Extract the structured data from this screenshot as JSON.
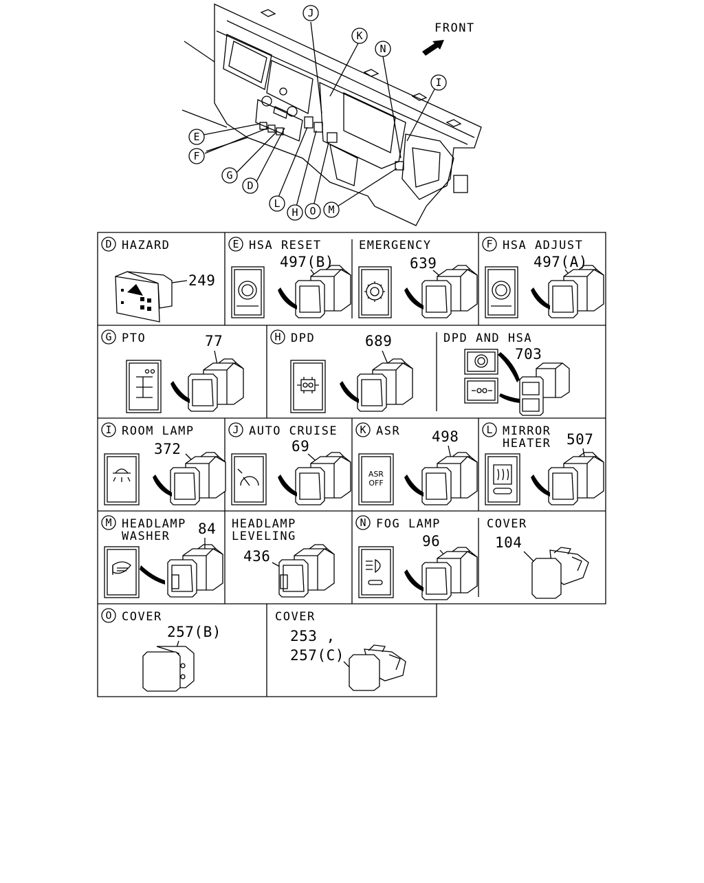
{
  "front_label": "FRONT",
  "callouts": [
    {
      "letter": "J"
    },
    {
      "letter": "K"
    },
    {
      "letter": "N"
    },
    {
      "letter": "I"
    },
    {
      "letter": "E"
    },
    {
      "letter": "F"
    },
    {
      "letter": "G"
    },
    {
      "letter": "D"
    },
    {
      "letter": "L"
    },
    {
      "letter": "H"
    },
    {
      "letter": "O"
    },
    {
      "letter": "M"
    }
  ],
  "cells": [
    {
      "letter": "D",
      "title": "HAZARD",
      "part": "249"
    },
    {
      "letter": "E",
      "title": "HSA RESET",
      "part": "497(B)"
    },
    {
      "letter": "",
      "title": "EMERGENCY",
      "part": "639"
    },
    {
      "letter": "F",
      "title": "HSA ADJUST",
      "part": "497(A)"
    },
    {
      "letter": "G",
      "title": "PTO",
      "part": "77"
    },
    {
      "letter": "H",
      "title": "DPD",
      "part": "689"
    },
    {
      "letter": "",
      "title": "DPD AND HSA",
      "part": "703"
    },
    {
      "letter": "I",
      "title": "ROOM LAMP",
      "part": "372"
    },
    {
      "letter": "J",
      "title": "AUTO CRUISE",
      "part": "69"
    },
    {
      "letter": "K",
      "title": "ASR",
      "part": "498",
      "icon_text": [
        "ASR",
        "OFF"
      ]
    },
    {
      "letter": "L",
      "title": "MIRROR",
      "title2": "HEATER",
      "part": "507"
    },
    {
      "letter": "M",
      "title": "HEADLAMP",
      "title2": "WASHER",
      "part": "84"
    },
    {
      "letter": "",
      "title": "HEADLAMP",
      "title2": "LEVELING",
      "part": "436"
    },
    {
      "letter": "N",
      "title": "FOG LAMP",
      "part": "96"
    },
    {
      "letter": "",
      "title": "COVER",
      "part": "104"
    },
    {
      "letter": "O",
      "title": "COVER",
      "part": "257(B)"
    },
    {
      "letter": "",
      "title": "COVER",
      "part": "253 ,",
      "part2": "257(C)"
    }
  ]
}
